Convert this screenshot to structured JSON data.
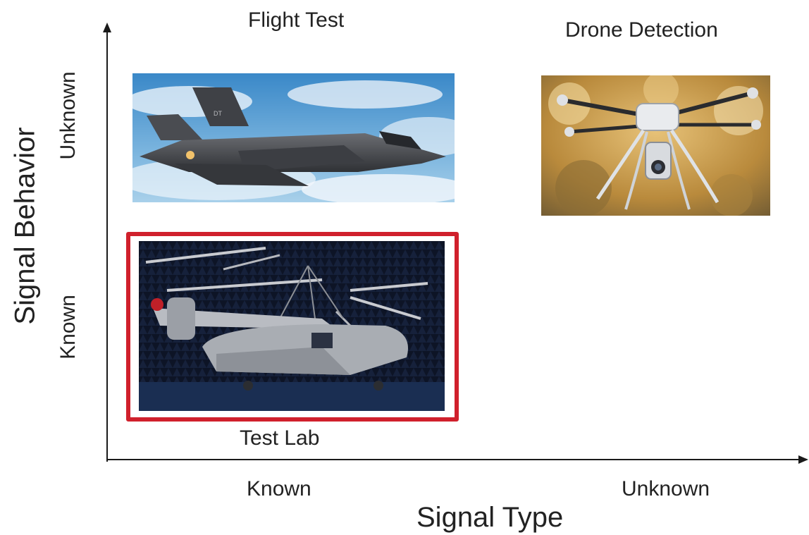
{
  "axes": {
    "x_title": "Signal Type",
    "y_title": "Signal Behavior",
    "x_ticks": [
      "Known",
      "Unknown"
    ],
    "y_ticks": [
      "Known",
      "Unknown"
    ]
  },
  "quadrants": [
    {
      "label": "Flight Test",
      "row": "Unknown",
      "column": "Known",
      "picture": "fighter-jet-in-sky",
      "highlighted": false
    },
    {
      "label": "Drone Detection",
      "row": "Unknown",
      "column": "Unknown",
      "picture": "quadcopter-drone-with-camera",
      "highlighted": false
    },
    {
      "label": "Test Lab",
      "row": "Known",
      "column": "Known",
      "picture": "tiltrotor-aircraft-in-anechoic-chamber",
      "highlighted": true
    }
  ],
  "colors": {
    "highlight_border": "#d0202c",
    "axis": "#1a1a1a",
    "text": "#222222"
  }
}
